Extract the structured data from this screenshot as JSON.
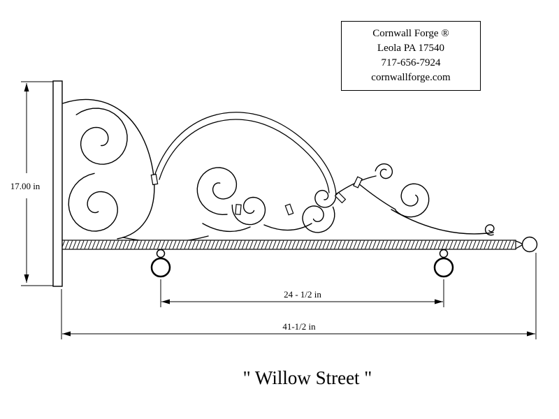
{
  "title_block": {
    "company": "Cornwall Forge ®",
    "address": "Leola PA 17540",
    "phone": "717-656-7924",
    "website": "cornwallforge.com"
  },
  "dimensions": {
    "height": "17.00 in",
    "ring_spacing": "24 - 1/2 in",
    "overall_length": "41-1/2 in"
  },
  "caption": "\" Willow Street \"",
  "colors": {
    "line": "#000000",
    "background": "#ffffff"
  }
}
